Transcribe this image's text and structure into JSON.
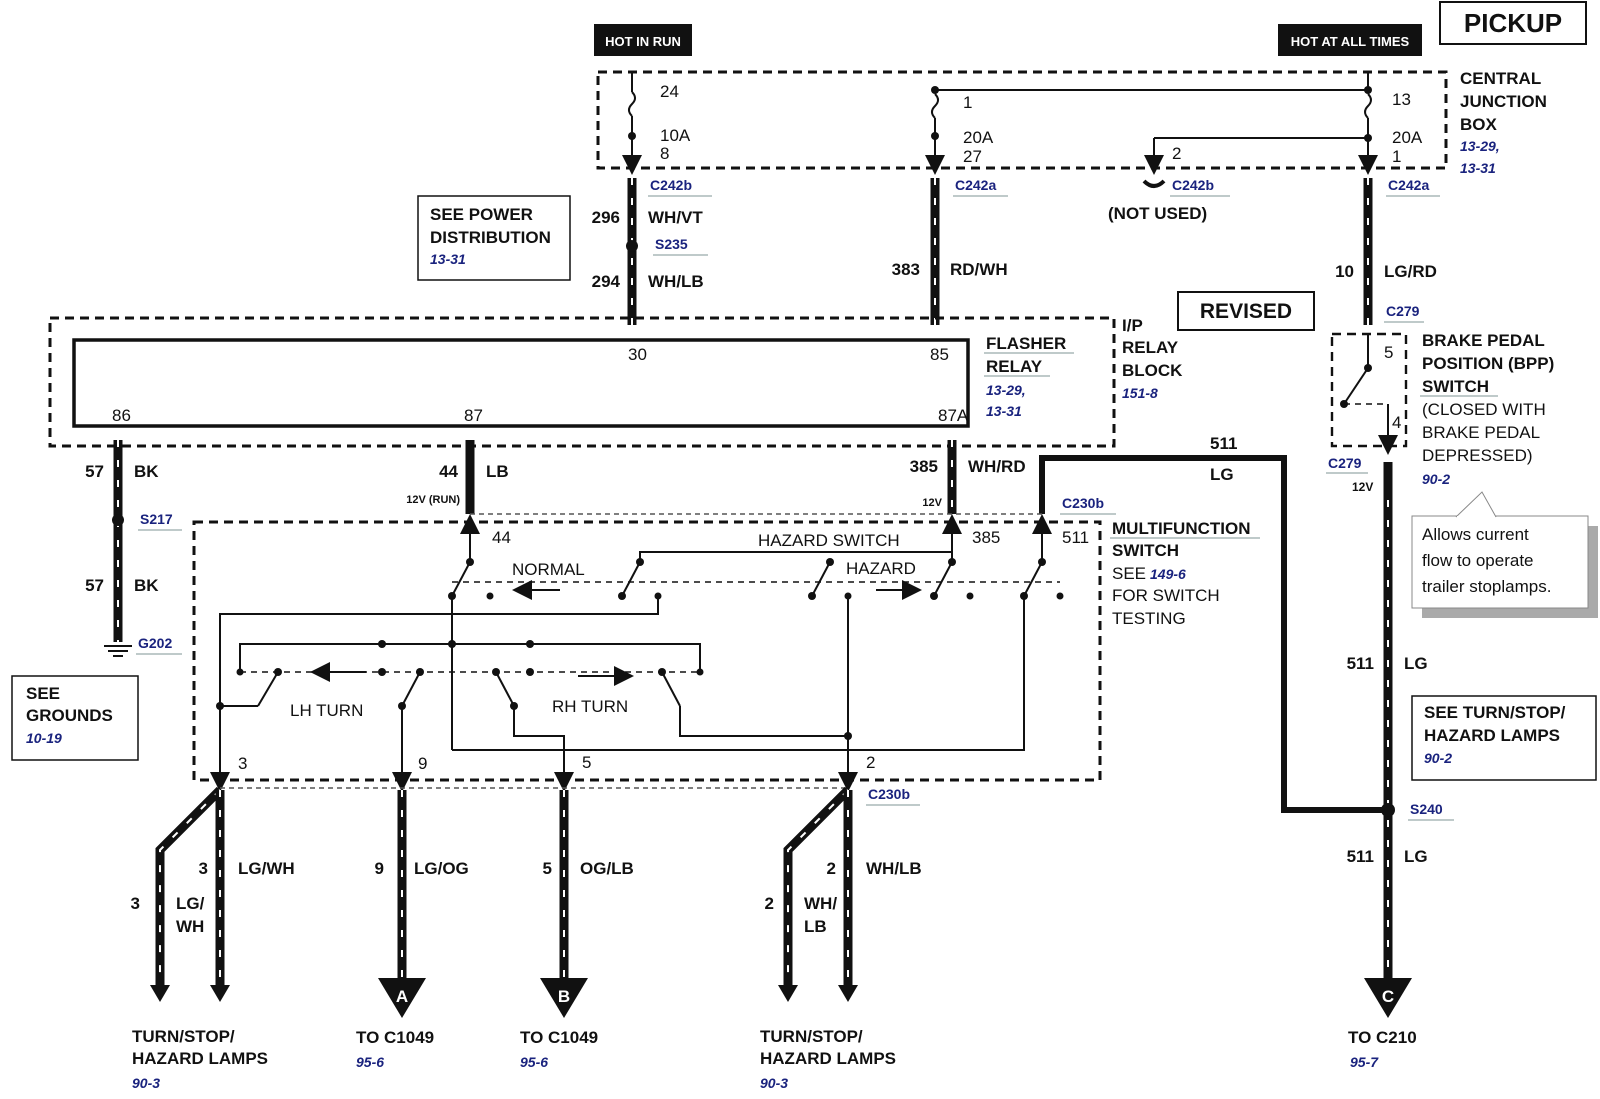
{
  "header": {
    "title": "PICKUP",
    "hot_in_run": "HOT IN RUN",
    "hot_at_all_times": "HOT AT ALL TIMES",
    "revised": "REVISED"
  },
  "central_junction_box": {
    "label": [
      "CENTRAL",
      "JUNCTION",
      "BOX"
    ],
    "refs": [
      "13-29,",
      "13-31"
    ],
    "fuse_24": {
      "number": "24",
      "rating": "10A",
      "pin": "8"
    },
    "fuse_1": {
      "number": "1",
      "rating": "20A",
      "pin": "27"
    },
    "fuse_13": {
      "number": "13",
      "rating": "20A",
      "pin": "1"
    },
    "unused_pin": "2"
  },
  "connectors": {
    "c242b_left": "C242b",
    "c242a_mid": "C242a",
    "c242b_right": "C242b",
    "c242a_right": "C242a",
    "c279_top": "C279",
    "c279_bottom": "C279",
    "c230b_top": "C230b",
    "c230b_bottom": "C230b",
    "not_used": "(NOT USED)"
  },
  "splices": {
    "s235": "S235",
    "s217": "S217",
    "s240": "S240",
    "g202": "G202"
  },
  "wires": {
    "w296": {
      "circuit": "296",
      "color": "WH/VT"
    },
    "w294": {
      "circuit": "294",
      "color": "WH/LB"
    },
    "w383": {
      "circuit": "383",
      "color": "RD/WH"
    },
    "w10": {
      "circuit": "10",
      "color": "LG/RD"
    },
    "w57a": {
      "circuit": "57",
      "color": "BK"
    },
    "w57b": {
      "circuit": "57",
      "color": "BK"
    },
    "w44": {
      "circuit": "44",
      "color": "LB",
      "note": "12V (RUN)"
    },
    "w385": {
      "circuit": "385",
      "color": "WH/RD",
      "note": "12V"
    },
    "w511_top": {
      "circuit": "511",
      "color": "LG"
    },
    "w511_mid": {
      "circuit": "511",
      "color": "LG"
    },
    "w511_bot": {
      "circuit": "511",
      "color": "LG"
    },
    "w3_outer": {
      "circuit": "3",
      "color_line1": "LG/",
      "color_line2": "WH"
    },
    "w3_inner": {
      "circuit": "3",
      "color": "LG/WH"
    },
    "w9": {
      "circuit": "9",
      "color": "LG/OG"
    },
    "w5": {
      "circuit": "5",
      "color": "OG/LB"
    },
    "w2_outer": {
      "circuit": "2",
      "color_line1": "WH/",
      "color_line2": "LB"
    },
    "w2_inner": {
      "circuit": "2",
      "color": "WH/LB"
    },
    "bpp_12v": "12V"
  },
  "see_power": {
    "line1": "SEE POWER",
    "line2": "DISTRIBUTION",
    "ref": "13-31"
  },
  "see_grounds": {
    "line1": "SEE",
    "line2": "GROUNDS",
    "ref": "10-19"
  },
  "see_turn": {
    "line1": "SEE TURN/STOP/",
    "line2": "HAZARD LAMPS",
    "ref": "90-2"
  },
  "flasher_relay": {
    "label": [
      "FLASHER",
      "RELAY"
    ],
    "refs": [
      "13-29,",
      "13-31"
    ],
    "pins": {
      "p30": "30",
      "p85": "85",
      "p86": "86",
      "p87": "87",
      "p87a": "87A"
    }
  },
  "ip_relay_block": {
    "label": [
      "I/P",
      "RELAY",
      "BLOCK"
    ],
    "ref": "151-8"
  },
  "bpp_switch": {
    "label": [
      "BRAKE PEDAL",
      "POSITION (BPP)",
      "SWITCH"
    ],
    "desc": [
      "(CLOSED WITH",
      "BRAKE PEDAL",
      "DEPRESSED)"
    ],
    "ref": "90-2",
    "pin_top": "5",
    "pin_bottom": "4"
  },
  "callout": {
    "line1": "Allows current",
    "line2": "flow to operate",
    "line3": "trailer stoplamps."
  },
  "multifunction_switch": {
    "label": [
      "MULTIFUNCTION",
      "SWITCH"
    ],
    "see": "SEE",
    "see_ref": "149-6",
    "desc": [
      "FOR SWITCH",
      "TESTING"
    ],
    "pin_44": "44",
    "pin_385": "385",
    "pin_511": "511",
    "pin_3": "3",
    "pin_9": "9",
    "pin_5": "5",
    "pin_2": "2",
    "normal": "NORMAL",
    "hazard_switch": "HAZARD SWITCH",
    "hazard": "HAZARD",
    "lh_turn": "LH TURN",
    "rh_turn": "RH TURN"
  },
  "outputs": {
    "left": {
      "line1": "TURN/STOP/",
      "line2": "HAZARD LAMPS",
      "ref": "90-3"
    },
    "a": {
      "marker": "A",
      "label": "TO C1049",
      "ref": "95-6"
    },
    "b": {
      "marker": "B",
      "label": "TO C1049",
      "ref": "95-6"
    },
    "right": {
      "line1": "TURN/STOP/",
      "line2": "HAZARD LAMPS",
      "ref": "90-3"
    },
    "c": {
      "marker": "C",
      "label": "TO C210",
      "ref": "95-7"
    }
  }
}
